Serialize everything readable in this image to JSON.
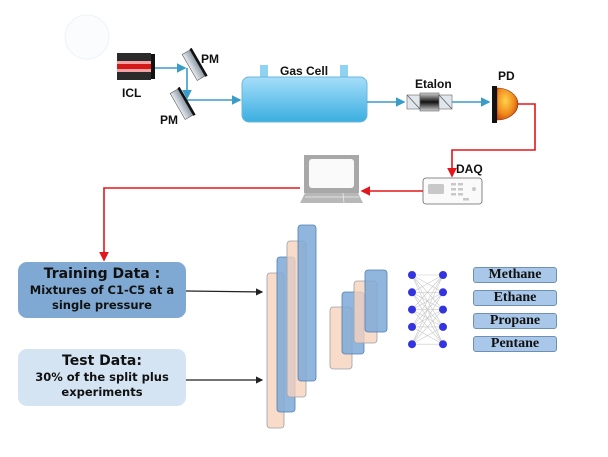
{
  "optics": {
    "laser_label": "ICL",
    "mirror1_label": "PM",
    "mirror2_label": "PM",
    "gas_cell_label": "Gas Cell",
    "etalon_label": "Etalon",
    "detector_label": "PD",
    "daq_label": "DAQ"
  },
  "data_boxes": {
    "training": {
      "title": "Training Data :",
      "line1": "Mixtures of C1-C5 at a",
      "line2": "single pressure"
    },
    "test": {
      "title": "Test Data:",
      "line1": "30% of the split plus",
      "line2": "experiments"
    }
  },
  "network": {
    "nodes_per_column": 5,
    "columns": 2
  },
  "outputs": [
    "Methane",
    "Ethane",
    "Propane",
    "Pentane"
  ],
  "colors": {
    "beam": "#3a9cc8",
    "signal": "#e3161b",
    "training_box": "#7fa9d2",
    "test_box": "#d5e4f3",
    "layer_blue": "#7ea9d8",
    "layer_peach": "#f6d2bc",
    "node": "#3333e0",
    "output_box": "#a9c7e8"
  }
}
